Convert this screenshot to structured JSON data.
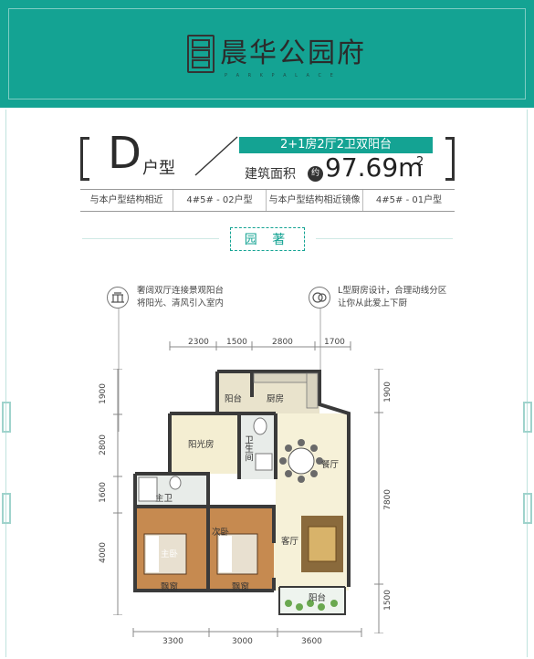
{
  "header": {
    "logo_text": "晨华公园府",
    "logo_sub": "P A R K   P A L A C E"
  },
  "unit": {
    "letter": "D",
    "type_label": "户型",
    "rooms": "2+1房2厅2卫双阳台",
    "area_label": "建筑面积",
    "area_approx": "约",
    "area_value": "97.69m",
    "area_unit_sup": "2"
  },
  "similar": [
    "与本户型结构相近",
    "4#5# - 02户型",
    "与本户型结构相近镜像",
    "4#5# - 01户型"
  ],
  "section_title": "园 著",
  "features": [
    {
      "icon": "balcony-icon",
      "lines": [
        "奢阔双厅连接景观阳台",
        "将阳光、清风引入室内"
      ]
    },
    {
      "icon": "kitchen-icon",
      "lines": [
        "L型厨房设计，合理动线分区",
        "让你从此爱上下厨"
      ]
    }
  ],
  "dims_top": [
    "2300",
    "1500",
    "2800",
    "1700"
  ],
  "dims_bottom": [
    "3300",
    "3000",
    "3600"
  ],
  "dims_left": [
    "1900",
    "2800",
    "1600",
    "4000"
  ],
  "dims_right": [
    "1900",
    "7800",
    "1500"
  ],
  "rooms": {
    "balcony_top": "阳台",
    "kitchen": "厨房",
    "sunroom": "阳光房",
    "bath": "卫生间",
    "dining": "餐厅",
    "master_bath": "主卫",
    "master_bed": "主卧",
    "second_bed": "次卧",
    "living": "客厅",
    "bay1": "飘窗",
    "bay2": "飘窗",
    "balcony_bottom": "阳台"
  },
  "colors": {
    "teal": "#14a393",
    "floor": "#f4eed2",
    "wood": "#b07a45",
    "wall": "#3a3a3a"
  }
}
